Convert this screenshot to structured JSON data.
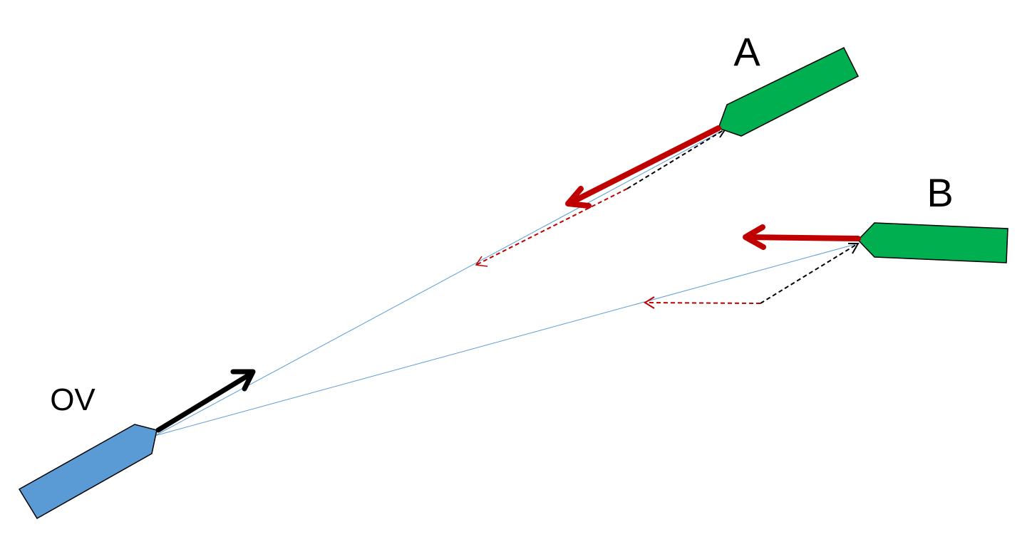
{
  "labels": {
    "own_vessel": "OV",
    "vessel_a": "A",
    "vessel_b": "B"
  },
  "colors": {
    "own_vessel_fill": "#5b9bd5",
    "target_vessel_fill": "#00b050",
    "target_velocity_arrow": "#c00000",
    "own_velocity_arrow": "#000000",
    "line_of_sight": "#5b9bd5",
    "relative_velocity_dashed": "#c00000",
    "own_velocity_dashed": "#000000"
  }
}
